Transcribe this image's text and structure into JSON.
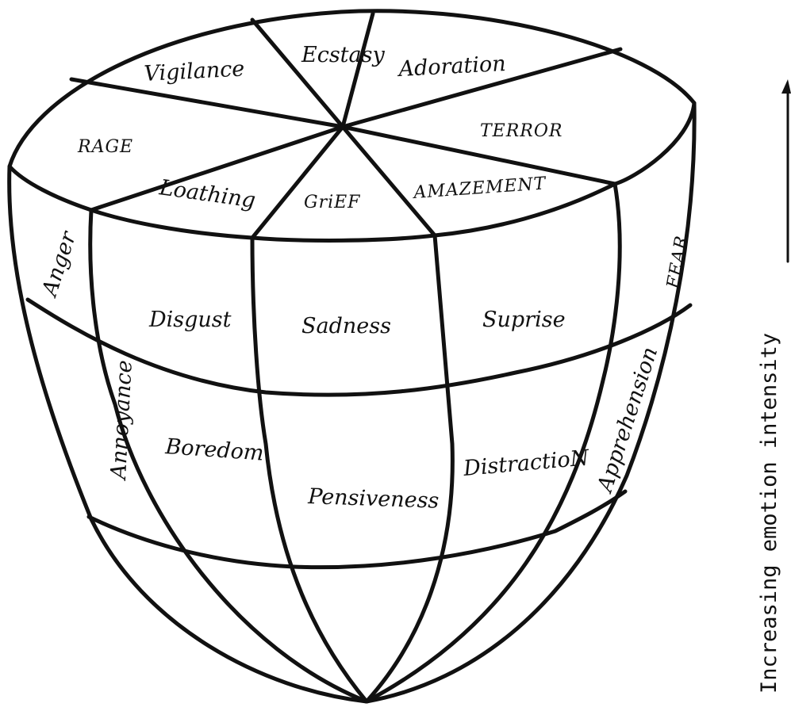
{
  "top_layer": {
    "vigilance": "Vigilance",
    "ecstasy": "Ecstasy",
    "adoration": "Adoration",
    "terror": "TERROR",
    "amazement": "AMAZEMENT",
    "grief": "GriEF",
    "loathing": "Loathing",
    "rage": "RAGE"
  },
  "middle_layer": {
    "anger": "Anger",
    "disgust": "Disgust",
    "sadness": "Sadness",
    "surprise": "Suprise",
    "fear": "FEAR"
  },
  "lower_layer": {
    "annoyance": "Annoyance",
    "boredom": "Boredom",
    "pensiveness": "Pensiveness",
    "distraction": "DistractioN",
    "apprehension": "Apprehension"
  },
  "axis": {
    "label": "Increasing emotion intensity",
    "direction": "up"
  }
}
